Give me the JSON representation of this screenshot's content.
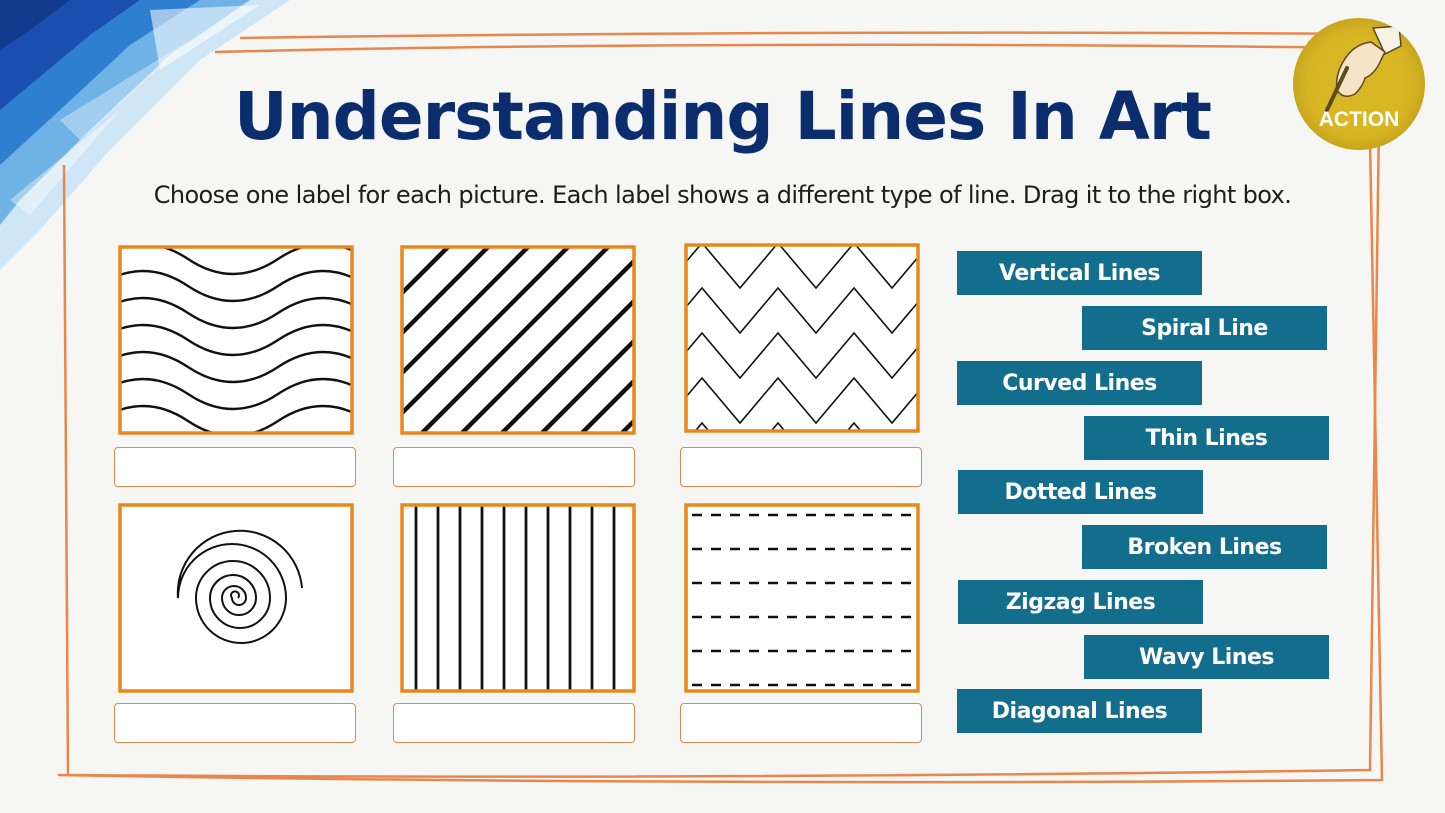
{
  "title": "Understanding Lines In Art",
  "instructions": "Choose one label for each picture. Each label shows a different type of line. Drag it to the right box.",
  "badge": {
    "text": "ACTION",
    "icon": "hand-pencil-icon"
  },
  "colors": {
    "title": "#0b2d6e",
    "frame": "#e8874c",
    "label_bg": "#136e8d",
    "badge_bg": "#d9b624"
  },
  "pictures": [
    "wavy-lines",
    "diagonal-lines",
    "zigzag-lines",
    "spiral-line",
    "vertical-lines",
    "broken-lines"
  ],
  "labels": [
    {
      "text": "Vertical Lines"
    },
    {
      "text": "Spiral Line"
    },
    {
      "text": "Curved Lines"
    },
    {
      "text": "Thin Lines"
    },
    {
      "text": "Dotted Lines"
    },
    {
      "text": "Broken Lines"
    },
    {
      "text": "Zigzag Lines"
    },
    {
      "text": "Wavy Lines"
    },
    {
      "text": "Diagonal Lines"
    }
  ]
}
